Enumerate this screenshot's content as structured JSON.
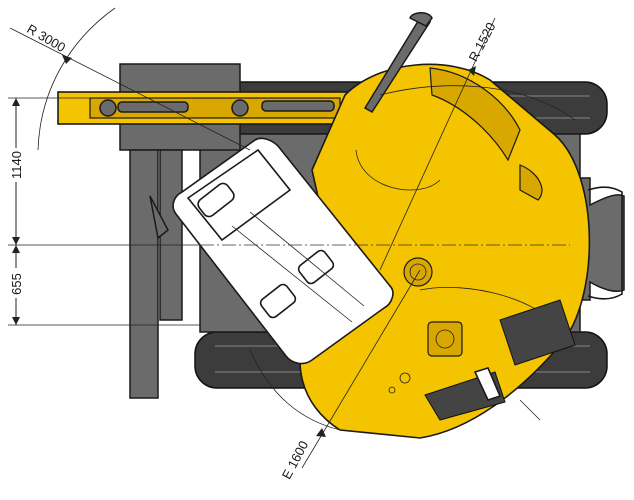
{
  "diagram": {
    "dimensions": [
      {
        "id": "r3000",
        "text": "R 3000"
      },
      {
        "id": "r1520",
        "text": "R 1520"
      },
      {
        "id": "e1600",
        "text": "E 1600"
      },
      {
        "id": "d1140",
        "text": "1140"
      },
      {
        "id": "d655",
        "text": "655"
      }
    ],
    "colors": {
      "body": "#f5c400",
      "cab": "#ffffff",
      "tracks": "#3c3c3c",
      "steel": "#6b6b6b",
      "lines": "#1a1a1a"
    }
  }
}
